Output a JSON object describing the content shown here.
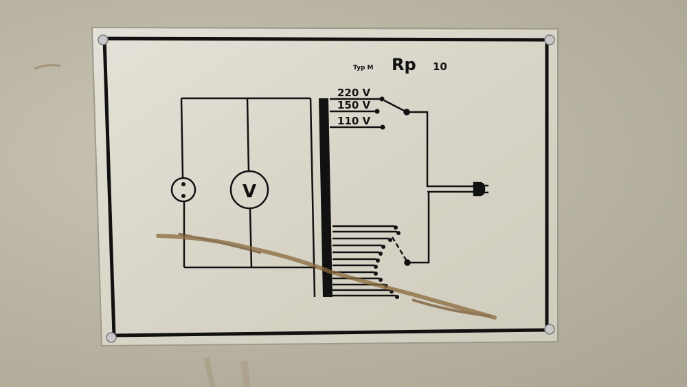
{
  "plate": {
    "type_label": "Typ M",
    "model_letters": "Rp",
    "model_number": "10"
  },
  "voltage_taps": [
    "220 V",
    "150 V",
    "110 V"
  ],
  "meter_symbol": "V",
  "colors": {
    "wall": "#b7b2a1",
    "plate": "#d9d6cb",
    "ink": "#111111",
    "rust": "#8a6a3c"
  }
}
